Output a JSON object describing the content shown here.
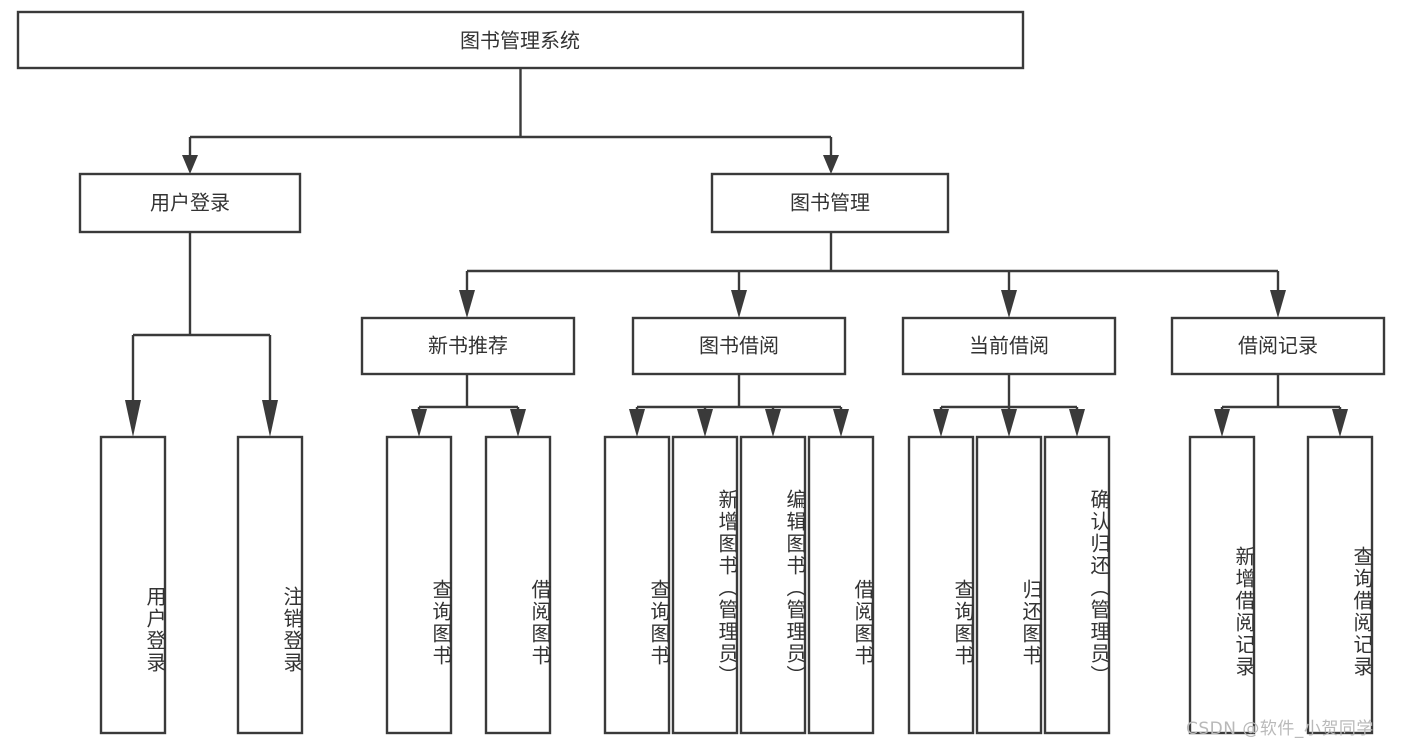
{
  "diagram": {
    "type": "tree",
    "title": "图书管理系统",
    "orientation": "top-down",
    "colors": {
      "box_stroke": "#3a3a3a",
      "box_fill": "#ffffff",
      "text": "#333333",
      "connector": "#3a3a3a",
      "watermark": "#b9b9b9",
      "background": "#ffffff"
    },
    "root": {
      "label": "图书管理系统"
    },
    "level2": [
      {
        "label": "用户登录"
      },
      {
        "label": "图书管理"
      }
    ],
    "level3": [
      {
        "label": "新书推荐"
      },
      {
        "label": "图书借阅"
      },
      {
        "label": "当前借阅"
      },
      {
        "label": "借阅记录"
      }
    ],
    "leaves": {
      "user_login": [
        {
          "label": "用户登录"
        },
        {
          "label": "注销登录"
        }
      ],
      "new_book_recommend": [
        {
          "label": "查询图书"
        },
        {
          "label": "借阅图书"
        }
      ],
      "book_borrow": [
        {
          "label": "查询图书"
        },
        {
          "label": "新增图书（管理员）"
        },
        {
          "label": "编辑图书（管理员）"
        },
        {
          "label": "借阅图书"
        }
      ],
      "current_borrow": [
        {
          "label": "查询图书"
        },
        {
          "label": "归还图书"
        },
        {
          "label": "确认归还（管理员）"
        }
      ],
      "borrow_record": [
        {
          "label": "新增借阅记录"
        },
        {
          "label": "查询借阅记录"
        }
      ]
    }
  },
  "watermark": {
    "text": "CSDN @软件_小贺同学"
  }
}
